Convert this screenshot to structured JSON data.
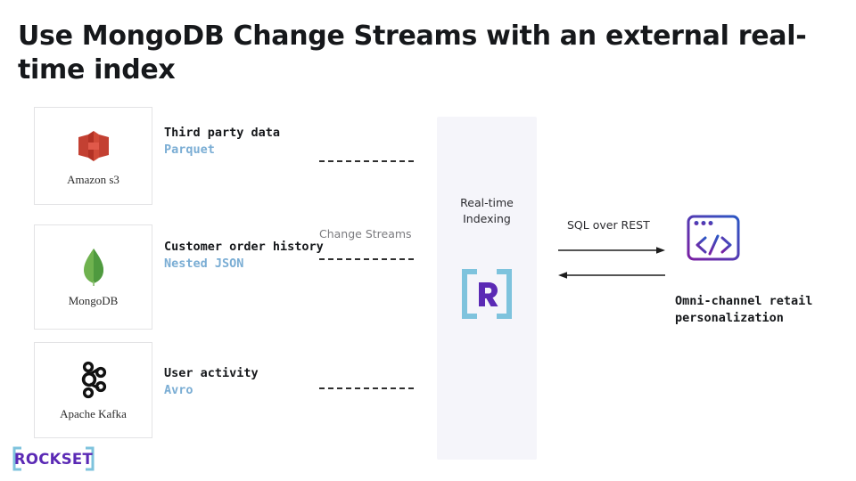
{
  "title": "Use MongoDB Change Streams with an external real-time index",
  "sources": [
    {
      "id": "s3",
      "logo_icon": "amazon-s3-logo",
      "caption": "Amazon s3",
      "label": "Third party data",
      "format": "Parquet"
    },
    {
      "id": "mongodb",
      "logo_icon": "mongodb-leaf-logo",
      "caption": "MongoDB",
      "label": "Customer order history",
      "format": "Nested JSON"
    },
    {
      "id": "kafka",
      "logo_icon": "apache-kafka-logo",
      "caption": "Apache Kafka",
      "label": "User activity",
      "format": "Avro"
    }
  ],
  "connector_note": "Change Streams",
  "panel": {
    "title": "Real-time\nIndexing",
    "logo_icon": "rockset-bracket-r-logo"
  },
  "query": {
    "label": "SQL over REST",
    "outbound_arrow_icon": "arrow-right-icon",
    "inbound_arrow_icon": "arrow-left-icon"
  },
  "destination": {
    "icon": "code-browser-window-icon",
    "label": "Omni-channel retail personalization"
  },
  "brand": {
    "name": "ROCKSET",
    "icon": "rockset-wordmark-logo"
  },
  "colors": {
    "s3_red": "#c9402f",
    "mongodb_green": "#58aa50",
    "kafka_black": "#111111",
    "rockset_purple": "#5b2ab5",
    "rockset_blue": "#7ec3dd",
    "format_blue": "#7aadd4",
    "panel_bg": "#f5f5fa",
    "dest_gradient_from": "#7a1fa2",
    "dest_gradient_to": "#2b57c4"
  }
}
